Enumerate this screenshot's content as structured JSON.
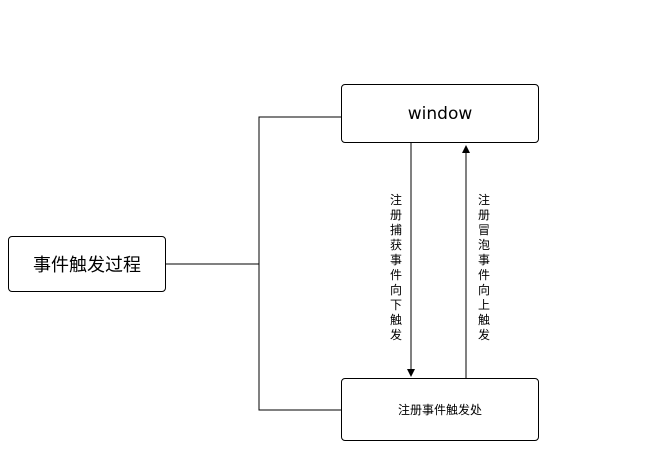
{
  "nodes": {
    "process": "事件触发过程",
    "window": "window",
    "target": "注册事件触发处"
  },
  "edges": {
    "capture_label": "注册捕获事件向下触发",
    "bubble_label": "注册冒泡事件向上触发"
  }
}
